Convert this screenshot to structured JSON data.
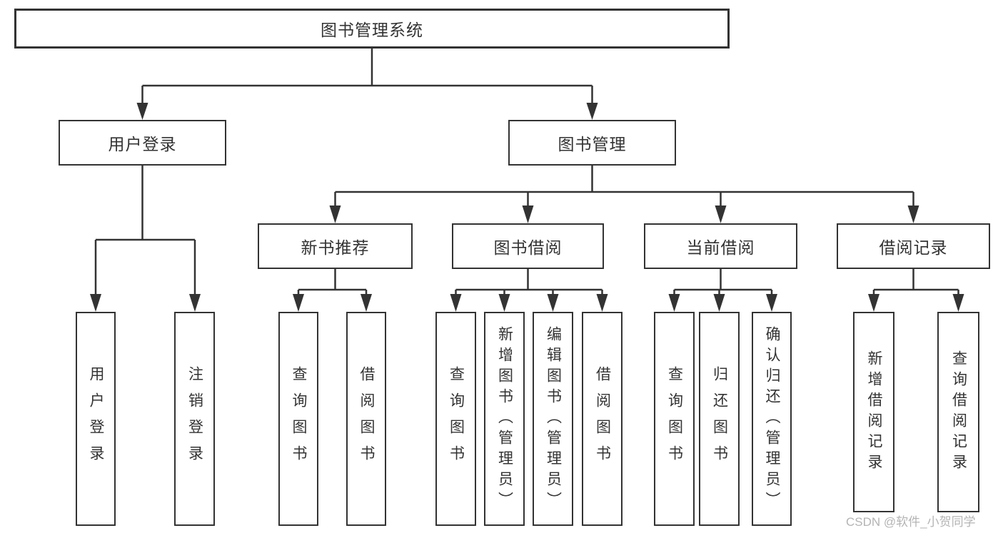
{
  "page": {
    "background": "#ffffff"
  },
  "colors": {
    "line": "#333333",
    "box_border": "#333333",
    "text": "#333333",
    "watermark_text": "#b4b4b4"
  },
  "watermark": {
    "text": "CSDN @软件_小贺同学"
  },
  "tree": {
    "root": "图书管理系统",
    "branches": [
      {
        "label": "用户登录",
        "children": [
          "用户登录",
          "注销登录"
        ]
      },
      {
        "label": "图书管理",
        "groups": [
          {
            "label": "新书推荐",
            "children": [
              "查询图书",
              "借阅图书"
            ]
          },
          {
            "label": "图书借阅",
            "children": [
              "查询图书",
              "新增图书（管理员）",
              "编辑图书（管理员）",
              "借阅图书"
            ]
          },
          {
            "label": "当前借阅",
            "children": [
              "查询图书",
              "归还图书",
              "确认归还（管理员）"
            ]
          },
          {
            "label": "借阅记录",
            "children": [
              "新增借阅记录",
              "查询借阅记录"
            ]
          }
        ]
      }
    ]
  }
}
